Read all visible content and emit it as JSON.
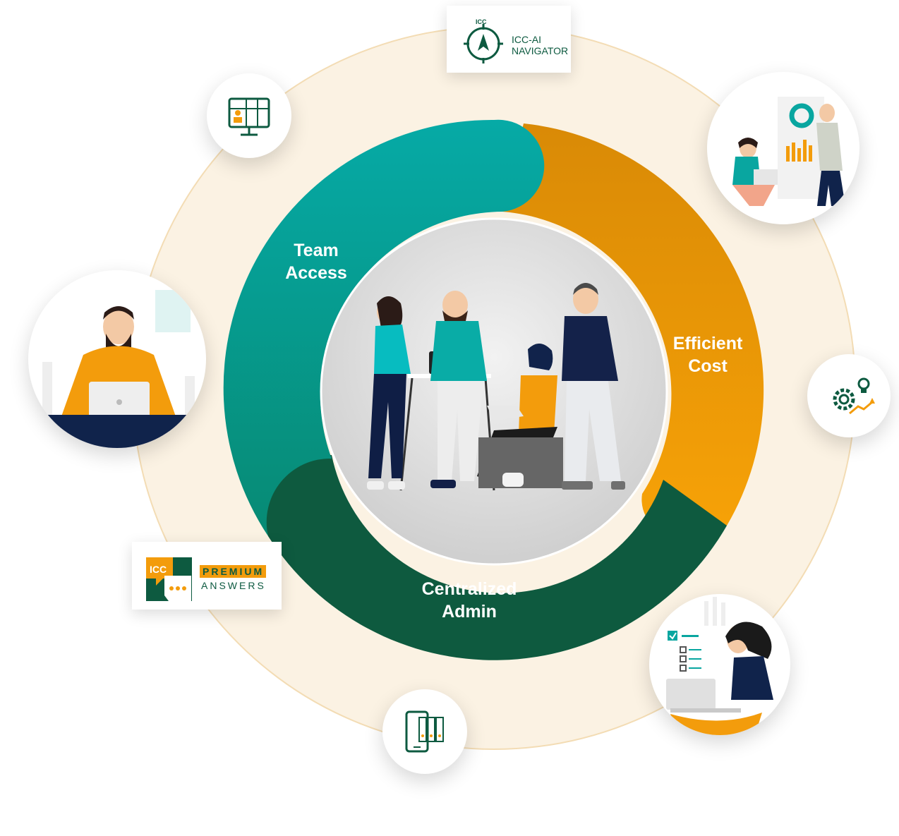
{
  "segments": [
    {
      "id": "team-access",
      "label": "Team\nAccess",
      "color": "#06a79f"
    },
    {
      "id": "efficient-cost",
      "label": "Efficient\nCost",
      "color": "#f39c0c"
    },
    {
      "id": "centralized-admin",
      "label": "Centralized\nAdmin",
      "color": "#0e5a3f"
    }
  ],
  "logos": {
    "navigator": {
      "badge": "ICC",
      "line1": "ICC-AI",
      "line2": "NAVIGATOR"
    },
    "premium": {
      "badge": "ICC",
      "line1": "PREMIUM",
      "line2": "ANSWERS"
    }
  },
  "icons": [
    "video-conference-icon",
    "gear-lightbulb-growth-icon",
    "mobile-server-icon"
  ],
  "colors": {
    "teal": "#06a79f",
    "orange": "#f39c0c",
    "dark_green": "#0e5a3f",
    "ring_bg": "#fbf1e1",
    "center_bg": "#d9d9d9"
  }
}
